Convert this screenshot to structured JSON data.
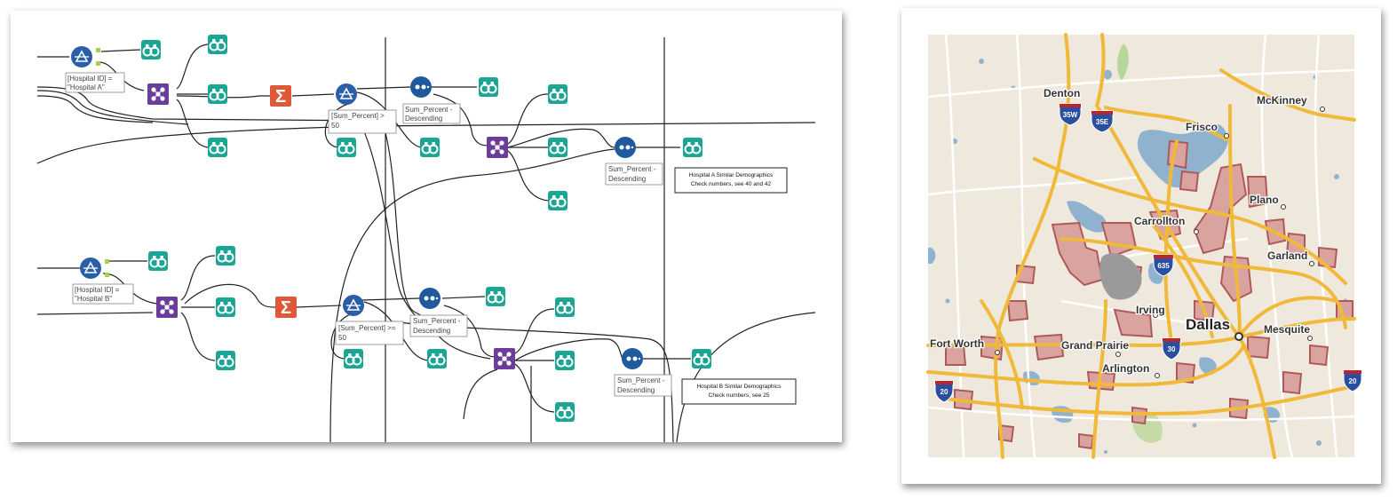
{
  "workflow": {
    "top": {
      "filter_expr_1": "[Hospital ID] =",
      "filter_expr_2": "\"Hospital A\"",
      "filter2_expr_1": "[Sum_Percent] >",
      "filter2_expr_2": "50",
      "sort1_1": "Sum_Percent -",
      "sort1_2": "Descending",
      "sort2_1": "Sum_Percent -",
      "sort2_2": "Descending",
      "comment_1": "Hospital A Similar Demographics",
      "comment_2": "Check numbers, see 40 and 42"
    },
    "bottom": {
      "filter_expr_1": "[Hospital ID] =",
      "filter_expr_2": "\"Hospital B\"",
      "filter2_expr_1": "[Sum_Percent] >=",
      "filter2_expr_2": "50",
      "sort1_1": "Sum_Percent -",
      "sort1_2": "Descending",
      "sort2_1": "Sum_Percent -",
      "sort2_2": "Descending",
      "comment_1": "Hospital B Similar Demographics",
      "comment_2": "Check numbers, see 25"
    },
    "colors": {
      "filter_tool": "#2a5fa8",
      "join_tool": "#6a3d9a",
      "browse_tool": "#1aa594",
      "summarize_tool": "#e0583a",
      "sort_tool": "#1f5a9e",
      "anchor": "#a6d04a"
    }
  },
  "map": {
    "cities": {
      "denton": "Denton",
      "mckinney": "McKinney",
      "frisco": "Frisco",
      "plano": "Plano",
      "carrollton": "Carrollton",
      "garland": "Garland",
      "irving": "Irving",
      "dallas": "Dallas",
      "mesquite": "Mesquite",
      "fort_worth": "Fort Worth",
      "grand_prairie": "Grand Prairie",
      "arlington": "Arlington"
    },
    "shields": {
      "i35w": "35W",
      "i35e": "35E",
      "i635": "635",
      "i30": "30",
      "i20_left": "20",
      "i20_right": "20"
    },
    "colors": {
      "land": "#efe9dd",
      "water": "#8fb3cf",
      "highway": "#f0b93a",
      "road": "#ffffff",
      "region_fill": "#d9a3a0",
      "region_stroke": "#b05a58",
      "park": "#b9d69a"
    }
  }
}
